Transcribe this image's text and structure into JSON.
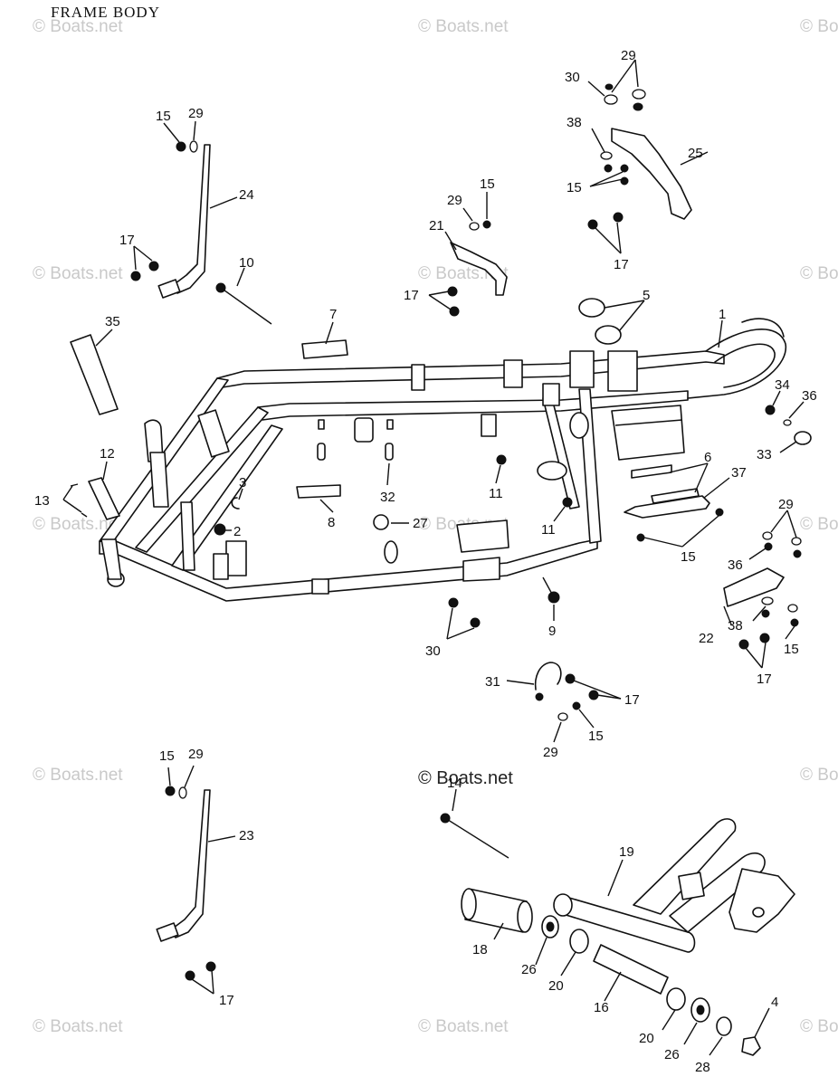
{
  "title": "FRAME BODY",
  "watermark": "© Boats.net",
  "watermark_center": "© Boats.net",
  "callouts": {
    "c1": "1",
    "c2": "2",
    "c3": "3",
    "c4": "4",
    "c5": "5",
    "c6": "6",
    "c7": "7",
    "c8": "8",
    "c9": "9",
    "c10": "10",
    "c11a": "11",
    "c11b": "11",
    "c12": "12",
    "c13": "13",
    "c14": "14",
    "c15a": "15",
    "c15b": "15",
    "c15c": "15",
    "c15d": "15",
    "c15e": "15",
    "c15f": "15",
    "c15g": "15",
    "c16": "16",
    "c17a": "17",
    "c17b": "17",
    "c17c": "17",
    "c17d": "17",
    "c17e": "17",
    "c17f": "17",
    "c18": "18",
    "c19": "19",
    "c20a": "20",
    "c20b": "20",
    "c21": "21",
    "c22": "22",
    "c23": "23",
    "c24": "24",
    "c25": "25",
    "c26a": "26",
    "c26b": "26",
    "c27": "27",
    "c28": "28",
    "c29a": "29",
    "c29b": "29",
    "c29c": "29",
    "c29d": "29",
    "c29e": "29",
    "c30a": "30",
    "c30b": "30",
    "c31": "31",
    "c32": "32",
    "c33": "33",
    "c34": "34",
    "c35": "35",
    "c36a": "36",
    "c36b": "36",
    "c37": "37",
    "c38a": "38",
    "c38b": "38"
  }
}
